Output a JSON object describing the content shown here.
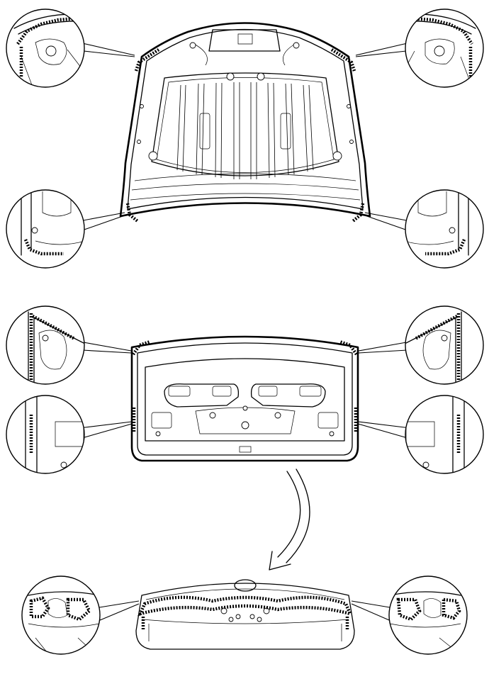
{
  "figure": {
    "panels": [
      {
        "id": "hood",
        "callouts": 4
      },
      {
        "id": "trunk-lid-inner",
        "callouts": 4
      },
      {
        "id": "trunk-lid-outer",
        "callouts": 2
      }
    ],
    "arrow": "curved-arrow-down-left",
    "colors": {
      "line": "#000000",
      "background": "#ffffff"
    }
  }
}
